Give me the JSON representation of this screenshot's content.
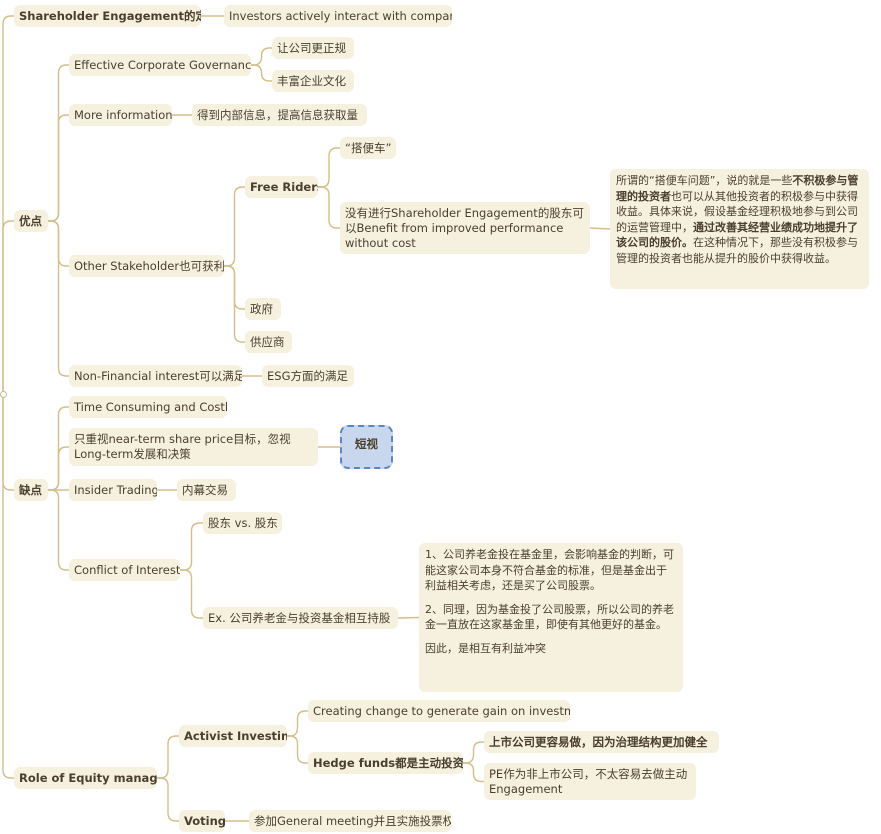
{
  "colors": {
    "edge": "#d2bf88",
    "node_bg": "#f6f0df",
    "text": "#4a3f2c",
    "selected_bg": "#c8d6ee",
    "selected_border": "#5a86c6"
  },
  "definition": {
    "title": "Shareholder Engagement的定义",
    "detail": "Investors actively interact with companies"
  },
  "pros": {
    "title": "优点",
    "governance": {
      "label": "Effective Corporate Governance",
      "children": [
        "让公司更正规",
        "丰富企业文化"
      ]
    },
    "information": {
      "label": "More information",
      "detail": "得到内部信息，提高信息获取量"
    },
    "stakeholder": {
      "label": "Other Stakeholder也可获利",
      "free_riders": {
        "label": "Free Riders",
        "quote": "“搭便车”",
        "explain": "没有进行Shareholder Engagement的股东可以Benefit from improved performance without cost",
        "note_a": "所谓的“搭便车问题”，说的就是一些",
        "note_b": "不积极参与管理的投资者",
        "note_c": "也可以从其他投资者的积极参与中获得收益。具体来说，假设基金经理积极地参与到公司的运营管理中，",
        "note_d": "通过改善其经营业绩成功地提升了该公司的股价。",
        "note_e": "在这种情况下，那些没有积极参与管理的投资者也能从提升的股价中获得收益。"
      },
      "government": "政府",
      "supplier": "供应商"
    },
    "nonfinancial": {
      "label": "Non-Financial interest可以满足",
      "detail": "ESG方面的满足"
    }
  },
  "cons": {
    "title": "缺点",
    "time": "Time Consuming and Costly",
    "shortterm": {
      "label": "只重视near-term share price目标，忽视Long-term发展和决策",
      "tag": "短视"
    },
    "insider": {
      "label": "Insider Trading",
      "detail": "内幕交易"
    },
    "conflict": {
      "label": "Conflict of Interest",
      "child1": "股东 vs. 股东",
      "child2": "Ex. 公司养老金与投资基金相互持股",
      "note_p1": "1、公司养老金投在基金里，会影响基金的判断，可能这家公司本身不符合基金的标准，但是基金出于利益相关考虑，还是买了公司股票。",
      "note_p2": "2、同理，因为基金投了公司股票，所以公司的养老金一直放在这家基金里，即使有其他更好的基金。",
      "note_p3": "因此，是相互有利益冲突"
    }
  },
  "role": {
    "title": "Role of Equity manager",
    "activist": {
      "label": "Activist Investing",
      "creating": "Creating change to generate gain on investment",
      "hedge": {
        "label": "Hedge funds都是主动投资",
        "listed": "上市公司更容易做，因为治理结构更加健全",
        "pe": "PE作为非上市公司，不太容易去做主动Engagement"
      }
    },
    "voting": {
      "label": "Voting",
      "detail": "参加General meeting并且实施投票权"
    }
  }
}
